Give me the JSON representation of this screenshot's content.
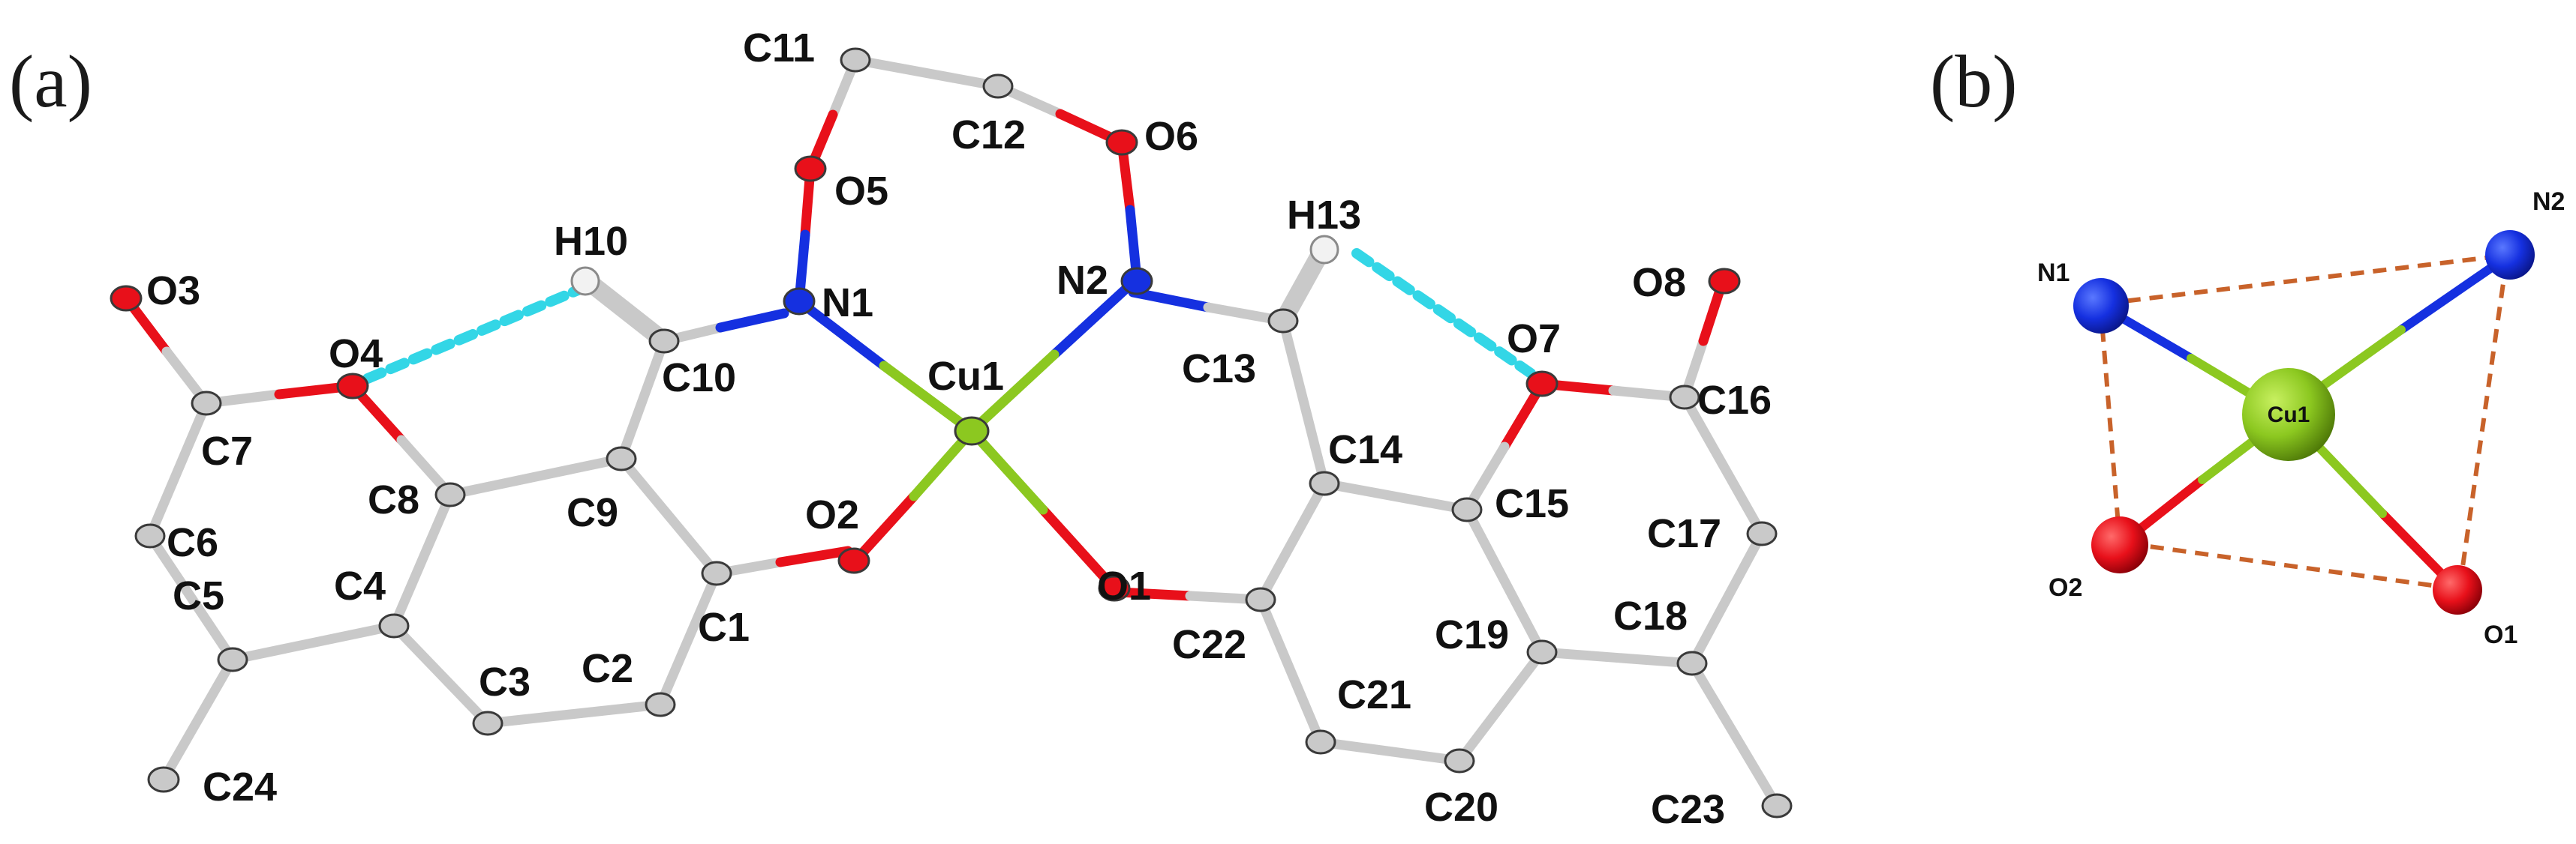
{
  "panels": {
    "a": "(a)",
    "b": "(b)"
  },
  "colors": {
    "carbon": "#c9c9c9",
    "oxygen": "#e8101a",
    "nitrogen": "#1530e0",
    "copper": "#8cc820",
    "hydrogen": "#f2f2f2",
    "hbond": "#33d6e6",
    "polyhedron": "#c8622a"
  },
  "atoms": {
    "C1": "C1",
    "C2": "C2",
    "C3": "C3",
    "C4": "C4",
    "C5": "C5",
    "C6": "C6",
    "C7": "C7",
    "C8": "C8",
    "C9": "C9",
    "C10": "C10",
    "C11": "C11",
    "C12": "C12",
    "C13": "C13",
    "C14": "C14",
    "C15": "C15",
    "C16": "C16",
    "C17": "C17",
    "C18": "C18",
    "C19": "C19",
    "C20": "C20",
    "C21": "C21",
    "C22": "C22",
    "C23": "C23",
    "C24": "C24",
    "O1": "O1",
    "O2": "O2",
    "O3": "O3",
    "O4": "O4",
    "O5": "O5",
    "O6": "O6",
    "O7": "O7",
    "O8": "O8",
    "N1": "N1",
    "N2": "N2",
    "H10": "H10",
    "H13": "H13",
    "Cu1": "Cu1"
  },
  "panel_b": {
    "N1": "N1",
    "N2": "N2",
    "O1": "O1",
    "O2": "O2",
    "Cu1": "Cu1"
  }
}
